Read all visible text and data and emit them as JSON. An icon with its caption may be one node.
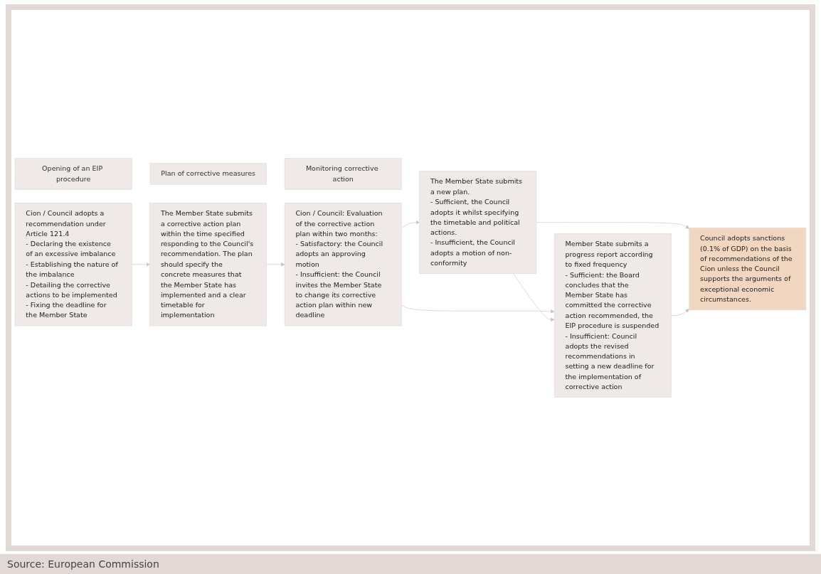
{
  "diagram": {
    "caption": "Source: European Commission",
    "nodes": [
      {
        "text": [
          "Opening of an EIP procedure"
        ]
      },
      {
        "text": [
          "Plan of corrective measures"
        ]
      },
      {
        "text": [
          "Monitoring corrective action"
        ]
      },
      {
        "text": [
          "Cion / Council adopts a recommendation under Article 121.4",
          "- Declaring the existence of an excessive imbalance",
          "- Establishing the nature of the imbalance",
          "- Detailing the corrective actions to be implemented",
          "- Fixing the deadline for the Member State"
        ]
      },
      {
        "text": [
          "The Member State submits a corrective action plan within the time specified responding to the Council's recommendation. The plan should specify the concrete measures that the Member State has implemented and a clear timetable for implementation"
        ]
      },
      {
        "text": [
          "Cion / Council: Evaluation of the corrective action plan within two months:",
          "- Satisfactory: the Council adopts an approving motion",
          "- Insufficient: the Council invites the Member State to change its corrective action plan within new deadline"
        ]
      },
      {
        "text": [
          "The Member State submits a new plan.",
          "- Sufficient, the Council adopts it whilst specifying the timetable and political actions.",
          "- Insufficient, the Council adopts a motion of non-conformity"
        ]
      },
      {
        "text": [
          "Member State submits a progress report according to fixed frequency",
          "- Sufficient: the Board concludes that the Member State has committed the corrective action recommended, the EIP procedure is suspended",
          "- Insufficient: Council adopts the revised recommendations in setting a new deadline for the implementation of corrective action"
        ]
      },
      {
        "text": [
          "Council adopts sanctions (0.1% of GDP) on the basis of recommendations of the Cion unless the Council supports the arguments of exceptional economic circumstances."
        ]
      }
    ],
    "edges": [
      {
        "from": 3,
        "to": 4,
        "arrow": "to"
      },
      {
        "from": 4,
        "to": 5,
        "arrow": "to"
      },
      {
        "from": 5,
        "to": 6,
        "arrow": "to"
      },
      {
        "from": 5,
        "to": 7,
        "arrow": "to"
      },
      {
        "from": 6,
        "to": 7,
        "arrow": "to"
      },
      {
        "from": 6,
        "to": 8,
        "arrow": "to"
      },
      {
        "from": 7,
        "to": 8,
        "arrow": "to"
      }
    ]
  }
}
